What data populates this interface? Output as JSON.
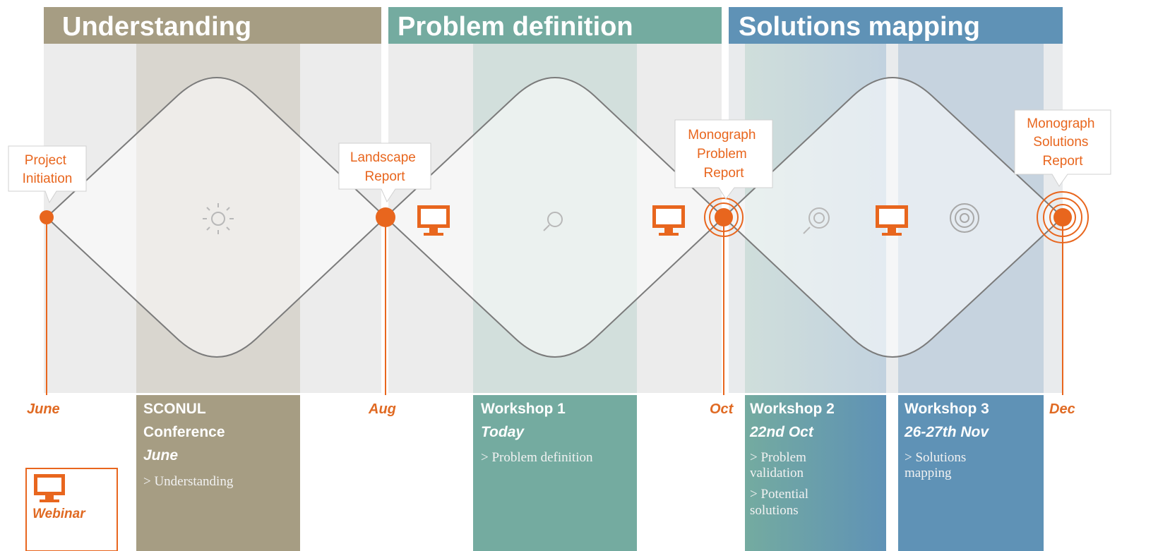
{
  "colors": {
    "understanding": "#a69d83",
    "problem": "#74aba0",
    "solutions": "#5f92b6",
    "accent": "#e8661e"
  },
  "phases": [
    {
      "title": "Understanding"
    },
    {
      "title": "Problem definition"
    },
    {
      "title": "Solutions mapping"
    }
  ],
  "callouts": [
    {
      "lines": [
        "Project",
        "Initiation"
      ]
    },
    {
      "lines": [
        "Landscape",
        "Report"
      ]
    },
    {
      "lines": [
        "Monograph",
        "Problem",
        "Report"
      ]
    },
    {
      "lines": [
        "Monograph",
        "Solutions",
        "Report"
      ]
    }
  ],
  "months": [
    "June",
    "Aug",
    "Oct",
    "Dec"
  ],
  "events": [
    {
      "title": "SCONUL",
      "title2": "Conference",
      "date": "June",
      "desc": [
        "> Understanding"
      ]
    },
    {
      "title": "Workshop 1",
      "date": "Today",
      "desc": [
        "> Problem definition"
      ]
    },
    {
      "title": "Workshop 2",
      "date": "22nd Oct",
      "desc": [
        "> Problem",
        "validation",
        "> Potential",
        "solutions"
      ]
    },
    {
      "title": "Workshop 3",
      "date": "26-27th Nov",
      "desc": [
        "> Solutions",
        "mapping"
      ]
    }
  ],
  "icons": [
    "sun-icon",
    "magnifier-icon",
    "target-search-icon",
    "target-icon",
    "monitor-icon",
    "milestone-marker-icon"
  ],
  "legend": {
    "label": "Webinar"
  }
}
